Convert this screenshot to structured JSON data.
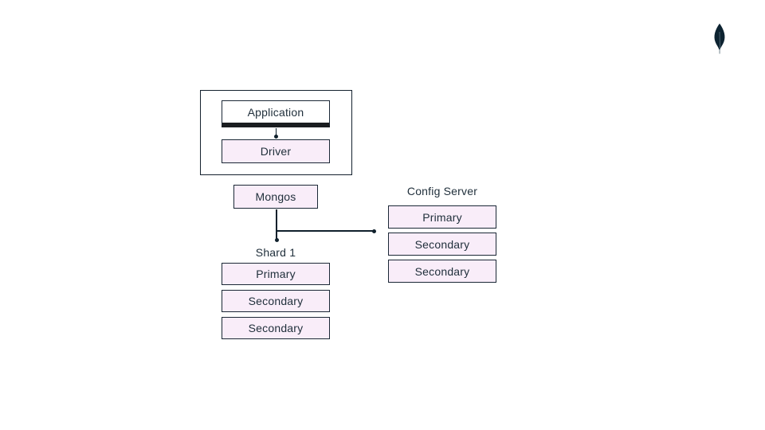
{
  "diagram": {
    "logo": {
      "name": "mongodb-leaf"
    },
    "app_group": {
      "application_label": "Application",
      "driver_label": "Driver"
    },
    "mongos_label": "Mongos",
    "shard": {
      "title": "Shard 1",
      "members": [
        "Primary",
        "Secondary",
        "Secondary"
      ]
    },
    "config_server": {
      "title": "Config Server",
      "members": [
        "Primary",
        "Secondary",
        "Secondary"
      ]
    },
    "colors": {
      "background": "#ffffff",
      "node_fill": "#f9edf9",
      "node_border": "#1b2836",
      "group_border": "#14212e",
      "text": "#21303c",
      "application_fill": "#ffffff",
      "application_bottom_bar": "#1a1d20",
      "connector": "#10202c",
      "logo": "#0d2331"
    }
  }
}
